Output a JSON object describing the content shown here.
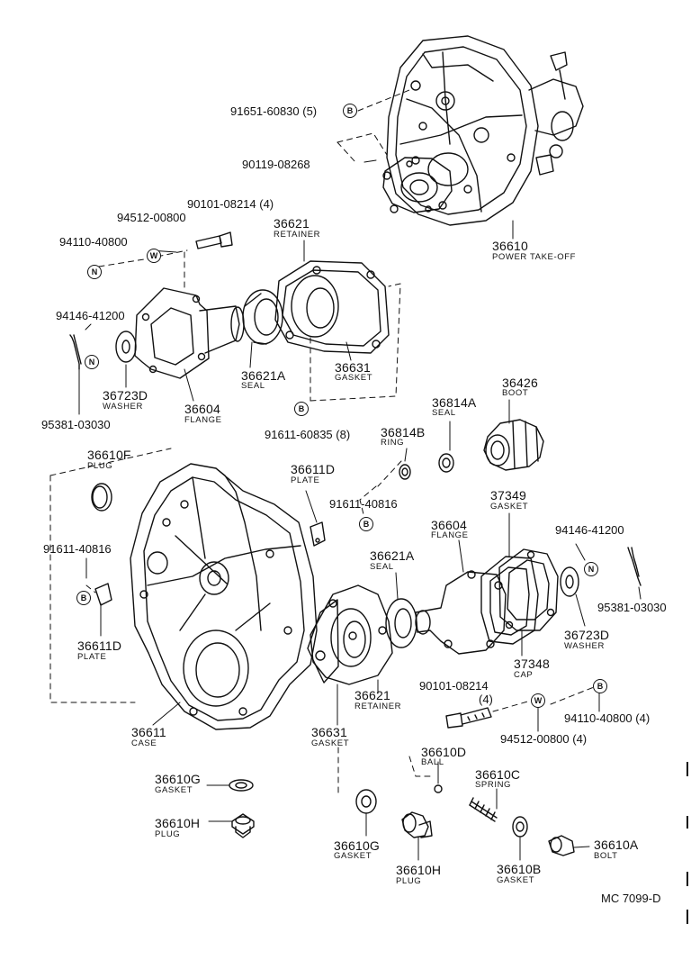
{
  "diagram_code": "MC 7099-D",
  "symbols": {
    "b": "B",
    "n": "N",
    "w": "W"
  },
  "parts": {
    "p91651_60830": "91651-60830 (5)",
    "p90119_08268": "90119-08268",
    "p36610": "36610",
    "p36610_name": "POWER TAKE-OFF",
    "p90101_08214_a": "90101-08214 (4)",
    "p94512_00800_a": "94512-00800",
    "p94110_40800_a": "94110-40800",
    "p36621_a": "36621",
    "p36621_a_name": "RETAINER",
    "p94146_41200_a": "94146-41200",
    "p36723D_a": "36723D",
    "p36723D_a_name": "WASHER",
    "p36604_a": "36604",
    "p36604_a_name": "FLANGE",
    "p36621A_a": "36621A",
    "p36621A_a_name": "SEAL",
    "p36631_a": "36631",
    "p36631_a_name": "GASKET",
    "p95381_03030_a": "95381-03030",
    "p91611_60835": "91611-60835 (8)",
    "p36814A": "36814A",
    "p36814A_name": "SEAL",
    "p36426": "36426",
    "p36426_name": "BOOT",
    "p36814B": "36814B",
    "p36814B_name": "RING",
    "p36610F": "36610F",
    "p36610F_name": "PLUG",
    "p36611D_a": "36611D",
    "p36611D_a_name": "PLATE",
    "p91611_40816_a": "91611-40816",
    "p37349": "37349",
    "p37349_name": "GASKET",
    "p36604_b": "36604",
    "p36604_b_name": "FLANGE",
    "p94146_41200_b": "94146-41200",
    "p91611_40816_b": "91611-40816",
    "p36621A_b": "36621A",
    "p36621A_b_name": "SEAL",
    "p95381_03030_b": "95381-03030",
    "p36611D_b": "36611D",
    "p36611D_b_name": "PLATE",
    "p36723D_b": "36723D",
    "p36723D_b_name": "WASHER",
    "p37348": "37348",
    "p37348_name": "CAP",
    "p90101_08214_b": "90101-08214",
    "p90101_08214_b_qty": "(4)",
    "p36621_b": "36621",
    "p36621_b_name": "RETAINER",
    "p94110_40800_b": "94110-40800 (4)",
    "p36611": "36611",
    "p36611_name": "CASE",
    "p36631_b": "36631",
    "p36631_b_name": "GASKET",
    "p94512_00800_b": "94512-00800 (4)",
    "p36610D": "36610D",
    "p36610D_name": "BALL",
    "p36610G_a": "36610G",
    "p36610G_a_name": "GASKET",
    "p36610C": "36610C",
    "p36610C_name": "SPRING",
    "p36610H_a": "36610H",
    "p36610H_a_name": "PLUG",
    "p36610G_b": "36610G",
    "p36610G_b_name": "GASKET",
    "p36610H_b": "36610H",
    "p36610H_b_name": "PLUG",
    "p36610B": "36610B",
    "p36610B_name": "GASKET",
    "p36610A": "36610A",
    "p36610A_name": "BOLT"
  }
}
